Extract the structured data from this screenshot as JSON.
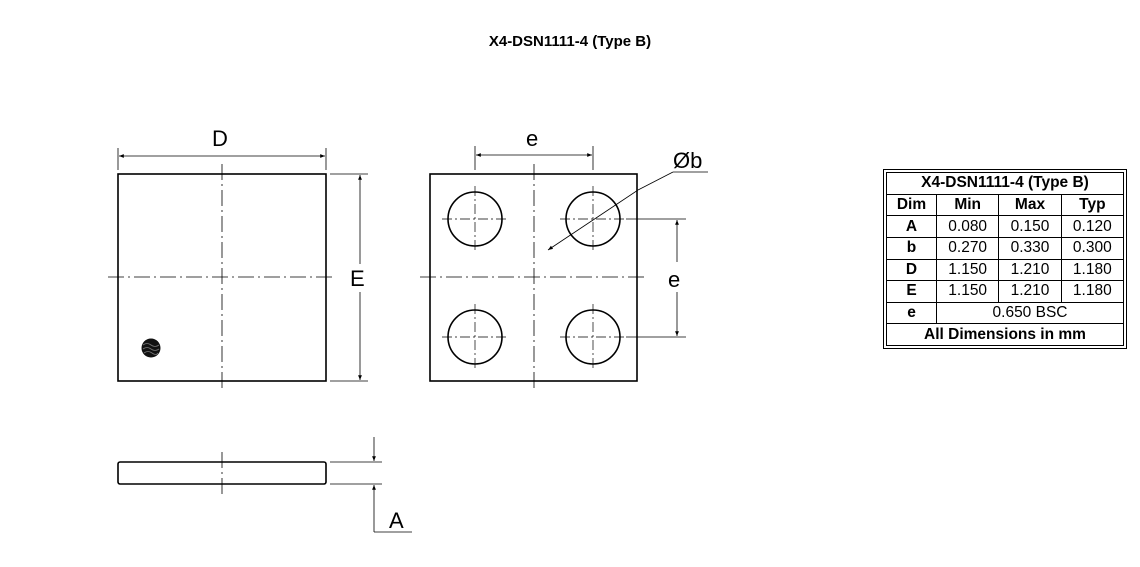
{
  "title": "X4-DSN1111-4 (Type B)",
  "drawing": {
    "labels": {
      "D": "D",
      "E": "E",
      "e_top": "e",
      "e_right": "e",
      "b": "Øb",
      "A": "A"
    }
  },
  "table": {
    "title": "X4-DSN1111-4 (Type B)",
    "headers": [
      "Dim",
      "Min",
      "Max",
      "Typ"
    ],
    "rows": [
      {
        "dim": "A",
        "min": "0.080",
        "max": "0.150",
        "typ": "0.120"
      },
      {
        "dim": "b",
        "min": "0.270",
        "max": "0.330",
        "typ": "0.300"
      },
      {
        "dim": "D",
        "min": "1.150",
        "max": "1.210",
        "typ": "1.180"
      },
      {
        "dim": "E",
        "min": "1.150",
        "max": "1.210",
        "typ": "1.180"
      }
    ],
    "row_e": {
      "dim": "e",
      "value": "0.650 BSC"
    },
    "footer": "All Dimensions in mm"
  }
}
